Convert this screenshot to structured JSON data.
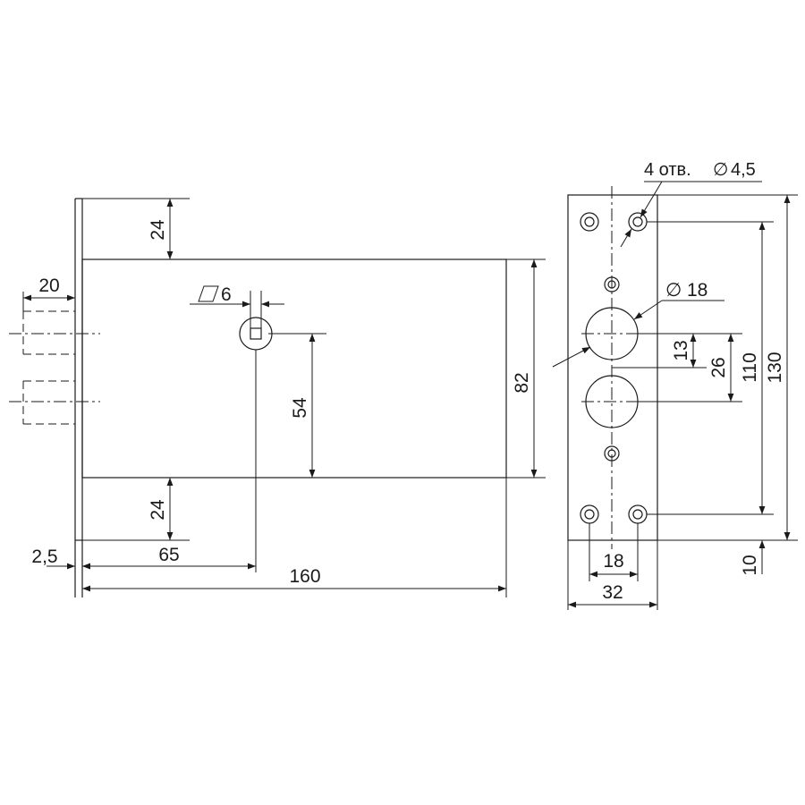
{
  "dimensions": {
    "top_offset": "24",
    "bottom_offset": "24",
    "bolt_projection": "20",
    "square_hole": "6",
    "spindle_to_bottom": "54",
    "body_height": "82",
    "faceplate_thickness": "2,5",
    "backset": "65",
    "body_length": "160",
    "screw_holes": "4 отв.",
    "screw_hole_dia": "4,5",
    "cylinder_dia": "18",
    "half_spacing": "13",
    "cylinder_spacing": "26",
    "hole_vertical_spacing": "110",
    "faceplate_height": "130",
    "end_margin": "10",
    "hole_horizontal_spacing": "18",
    "faceplate_width": "32"
  },
  "symbols": {
    "diameter": "∅"
  }
}
